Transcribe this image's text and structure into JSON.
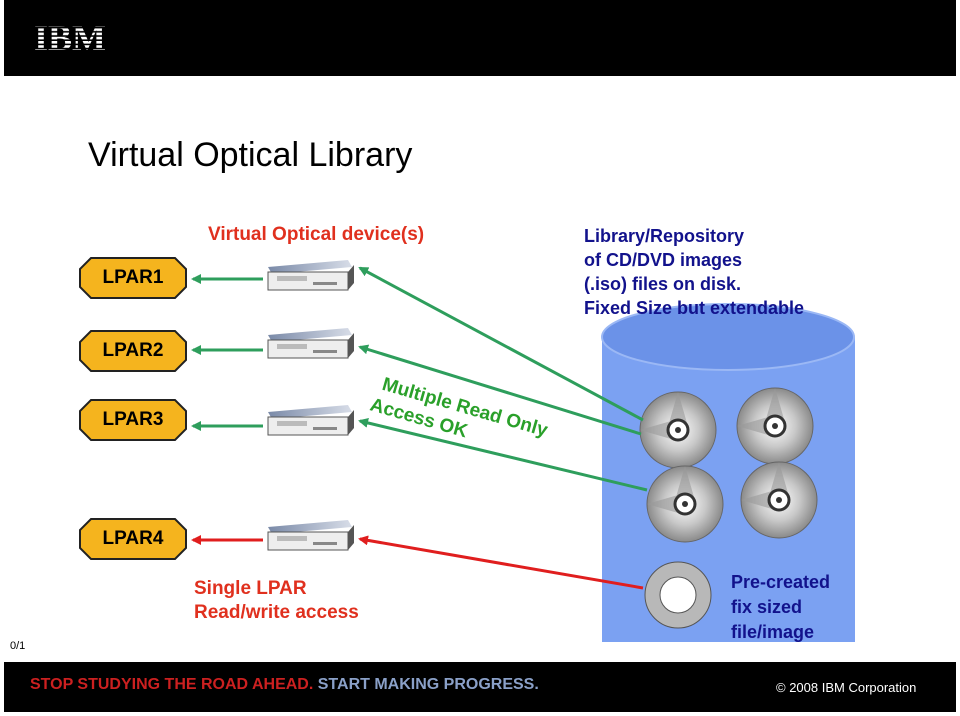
{
  "header": {
    "logo_text": "IBM"
  },
  "page": {
    "title": "Virtual Optical Library",
    "page_indicator": "0/1"
  },
  "diagram": {
    "device_heading": "Virtual Optical device(s)",
    "repository_lines": [
      "Library/Repository",
      "of CD/DVD images",
      "(.iso) files on disk.",
      "Fixed Size but extendable"
    ],
    "lpars": [
      "LPAR1",
      "LPAR2",
      "LPAR3",
      "LPAR4"
    ],
    "multi_read_lines": [
      "Multiple Read Only",
      "Access OK"
    ],
    "single_lpar_lines": [
      "Single LPAR",
      "Read/write access"
    ],
    "precreated_lines": [
      "Pre-created",
      "fix sized",
      "file/image"
    ],
    "colors": {
      "lpar_fill": "#f5b41e",
      "green_arrow": "#2e9e5c",
      "red_arrow": "#e01e1e",
      "red_text": "#e0301e",
      "green_text": "#2aa02a",
      "navy_text": "#12128c",
      "cylinder": "#7ba1f2"
    }
  },
  "footer": {
    "slogan_red": "STOP STUDYING THE ROAD AHEAD.",
    "slogan_blue": "START MAKING PROGRESS.",
    "copyright": "© 2008 IBM Corporation"
  }
}
